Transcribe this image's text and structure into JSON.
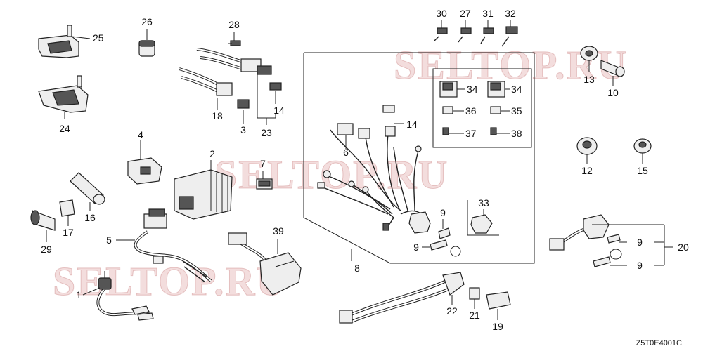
{
  "drawing_code": "Z5T0E4001C",
  "watermark": "SELTOP.RU",
  "labels": {
    "p1": "1",
    "p2": "2",
    "p3": "3",
    "p4": "4",
    "p5": "5",
    "p6": "6",
    "p7": "7",
    "p8": "8",
    "p9a": "9",
    "p9b": "9",
    "p9c": "9",
    "p9d": "9",
    "p10": "10",
    "p12": "12",
    "p13": "13",
    "p14a": "14",
    "p14b": "14",
    "p15": "15",
    "p16": "16",
    "p17": "17",
    "p18": "18",
    "p19": "19",
    "p20": "20",
    "p21": "21",
    "p22": "22",
    "p23": "23",
    "p24": "24",
    "p25": "25",
    "p26": "26",
    "p27": "27",
    "p28": "28",
    "p29": "29",
    "p30": "30",
    "p31": "31",
    "p32": "32",
    "p33": "33",
    "p34a": "34",
    "p34b": "34",
    "p35": "35",
    "p36": "36",
    "p37": "37",
    "p38": "38",
    "p39": "39"
  }
}
